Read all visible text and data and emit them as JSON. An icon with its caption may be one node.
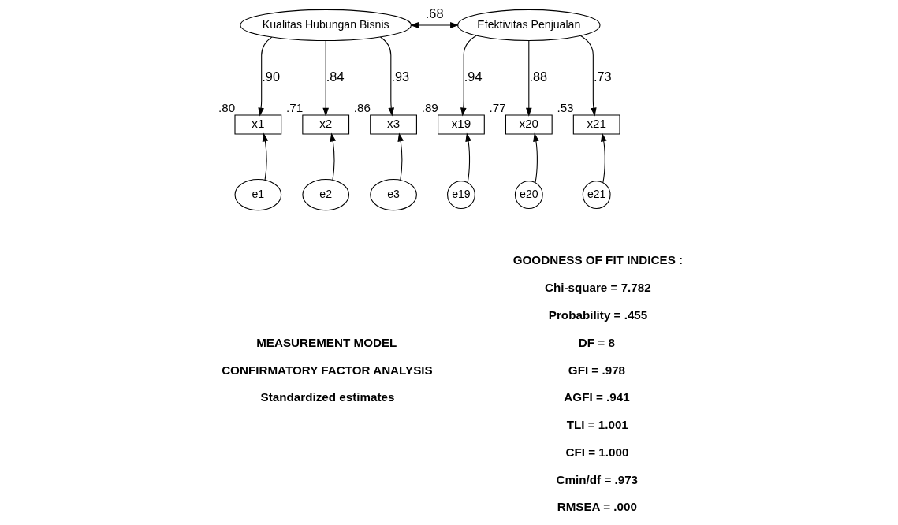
{
  "diagram": {
    "nodes": [
      {
        "text": [
          "Kualitas Hubungan Bisnis"
        ]
      },
      {
        "text": [
          "Efektivitas Penjualan"
        ]
      },
      {
        "text": [
          "x1"
        ],
        "beside": [
          ".80"
        ]
      },
      {
        "text": [
          "x2"
        ],
        "beside": [
          ".71"
        ]
      },
      {
        "text": [
          "x3"
        ],
        "beside": [
          ".86"
        ]
      },
      {
        "text": [
          "e1"
        ]
      },
      {
        "text": [
          "e2"
        ]
      },
      {
        "text": [
          "e3"
        ]
      },
      {
        "text": [
          "x19"
        ],
        "beside": [
          ".89"
        ]
      },
      {
        "text": [
          "x20"
        ],
        "beside": [
          ".77"
        ]
      },
      {
        "text": [
          "x21"
        ],
        "beside": [
          ".53"
        ]
      },
      {
        "text": [
          "e19"
        ]
      },
      {
        "text": [
          "e20"
        ]
      },
      {
        "text": [
          "e21"
        ]
      }
    ],
    "edges": [
      {
        "from": 0,
        "to": 1,
        "arrow": "both",
        "label": ".68"
      },
      {
        "from": 0,
        "to": 2,
        "arrow": "to",
        "label": ".90"
      },
      {
        "from": 0,
        "to": 3,
        "arrow": "to",
        "label": ".84"
      },
      {
        "from": 0,
        "to": 4,
        "arrow": "to",
        "label": ".93"
      },
      {
        "from": 5,
        "to": 2,
        "arrow": "to"
      },
      {
        "from": 6,
        "to": 3,
        "arrow": "to"
      },
      {
        "from": 7,
        "to": 4,
        "arrow": "to"
      },
      {
        "from": 1,
        "to": 8,
        "arrow": "to",
        "label": ".94"
      },
      {
        "from": 1,
        "to": 9,
        "arrow": "to",
        "label": ".88"
      },
      {
        "from": 1,
        "to": 10,
        "arrow": "to",
        "label": ".73"
      },
      {
        "from": 11,
        "to": 8,
        "arrow": "to"
      },
      {
        "from": 12,
        "to": 9,
        "arrow": "to"
      },
      {
        "from": 13,
        "to": 10,
        "arrow": "to"
      }
    ],
    "labels": [
      "GOODNESS OF FIT INDICES :",
      "Chi-square = 7.782",
      "Probability = .455",
      "DF = 8",
      "GFI = .978",
      "AGFI = .941",
      "TLI = 1.001",
      "CFI = 1.000",
      "Cmin/df = .973",
      "RMSEA = .000",
      "MEASUREMENT MODEL",
      "CONFIRMATORY FACTOR ANALYSIS",
      "Standardized estimates"
    ]
  }
}
